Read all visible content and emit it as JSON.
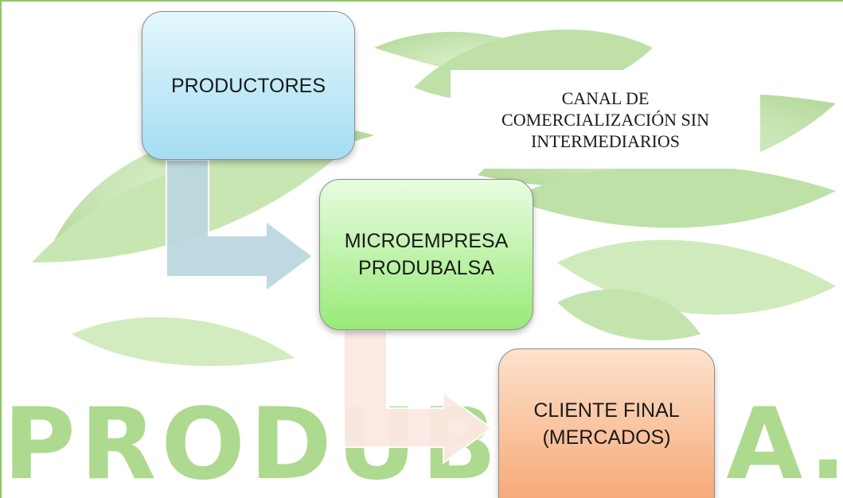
{
  "diagram": {
    "nodes": [
      {
        "id": "productores",
        "label": "PRODUCTORES"
      },
      {
        "id": "microempresa",
        "label": "MICROEMPRESA\nPRODUBALSA"
      },
      {
        "id": "cliente",
        "label": "CLIENTE FINAL\n(MERCADOS)"
      }
    ],
    "edges": [
      {
        "from": "productores",
        "to": "microempresa"
      },
      {
        "from": "microempresa",
        "to": "cliente"
      }
    ],
    "caption": "CANAL DE\nCOMERCIALIZACIÓN SIN\nINTERMEDIARIOS",
    "watermark": "PRODUBALSA."
  },
  "colors": {
    "border_accent": "#8ec86a",
    "productores_fill": "#a4ddf2",
    "microempresa_fill": "#99ea78",
    "cliente_fill": "#f6aa79",
    "arrow1_fill": "#bcd8e0",
    "arrow2_fill": "#fbe8e2",
    "watermark": "#9fd47b"
  },
  "icons": [
    "leaf-background-icon"
  ]
}
